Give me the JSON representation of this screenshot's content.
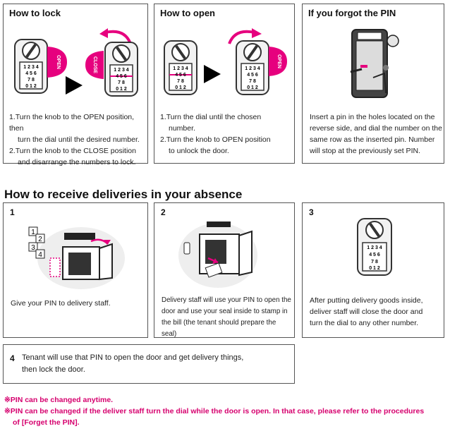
{
  "lock_box": {
    "title": "How to lock",
    "label_open": "OPEN",
    "label_close": "CLOSE",
    "steps": [
      "1.Turn the knob to the OPEN position, then",
      "turn the dial until the desired number.",
      "2.Turn the knob to the CLOSE position",
      "and disarrange the numbers to lock."
    ]
  },
  "open_box": {
    "title": "How to open",
    "label_open": "OPEN",
    "steps": [
      "1.Turn the dial until the chosen",
      "number.",
      "2.Turn the knob to OPEN position",
      "to unlock the door."
    ]
  },
  "forgot_box": {
    "title": "If you forgot the PIN",
    "text": [
      "Insert a pin in the holes located on the",
      "reverse side, and dial the number on the",
      "same row as the inserted pin. Number",
      "will stop at the previously set PIN."
    ]
  },
  "delivery": {
    "section_title": "How to receive deliveries in your absence",
    "step1": {
      "number": "1",
      "text": "Give your PIN to delivery staff.",
      "tags": [
        "1",
        "2",
        "3",
        "4"
      ]
    },
    "step2": {
      "number": "2",
      "text": [
        "Delivery staff will use your PIN to open the",
        "door and use your seal inside to stamp in",
        "the bill (the tenant should prepare the seal)"
      ]
    },
    "step3": {
      "number": "3",
      "text": [
        "After putting delivery goods inside,",
        "deliver staff will close the door and",
        "turn the dial to any other number."
      ]
    },
    "step4": {
      "number": "4",
      "text": [
        "Tenant will use that PIN to open the door and get delivery things,",
        "then lock the door."
      ]
    }
  },
  "dial_digits": {
    "row1": "1 2 3 4",
    "row2": "4 5 6",
    "row3": "7 8",
    "row4": "0 1 2"
  },
  "notes": [
    "※PIN can be changed anytime.",
    "※PIN can be changed if the deliver staff turn the dial while the door is open. In that case, please refer to the procedures",
    "of [Forget the PIN]."
  ],
  "colors": {
    "accent": "#e6007e",
    "note": "#d6006e",
    "border": "#555555"
  }
}
